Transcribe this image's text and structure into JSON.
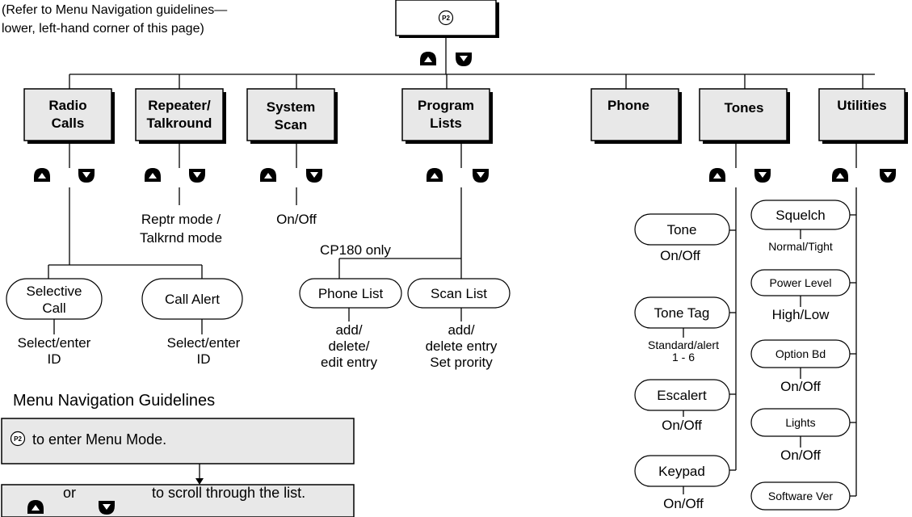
{
  "note": {
    "line1": "(Refer to Menu Navigation guidelines—",
    "line2": "lower, left-hand corner of this page)"
  },
  "root_button": {
    "label": "P2",
    "icon": "p2-button-icon"
  },
  "menus": [
    {
      "id": "radio-calls",
      "line1": "Radio",
      "line2": "Calls"
    },
    {
      "id": "repeater-talkround",
      "line1": "Repeater/",
      "line2": "Talkround"
    },
    {
      "id": "system-scan",
      "line1": "System",
      "line2": "Scan"
    },
    {
      "id": "program-lists",
      "line1": "Program",
      "line2": "Lists"
    },
    {
      "id": "phone",
      "line1": "Phone",
      "line2": ""
    },
    {
      "id": "tones",
      "line1": "Tones",
      "line2": ""
    },
    {
      "id": "utilities",
      "line1": "Utilities",
      "line2": ""
    }
  ],
  "repeater": {
    "value1": "Reptr mode /",
    "value2": "Talkrnd mode"
  },
  "system_scan": {
    "value": "On/Off"
  },
  "radio_calls": {
    "selective_call": {
      "line1": "Selective",
      "line2": "Call",
      "value1": "Select/enter",
      "value2": "ID"
    },
    "call_alert": {
      "label": "Call Alert",
      "value1": "Select/enter",
      "value2": "ID"
    }
  },
  "program_lists": {
    "cp180_label": "CP180 only",
    "phone_list": {
      "label": "Phone List",
      "value1": "add/",
      "value2": "delete/",
      "value3": "edit entry"
    },
    "scan_list": {
      "label": "Scan List",
      "value1": "add/",
      "value2": "delete entry",
      "value3": "Set prority"
    }
  },
  "tones": [
    {
      "label": "Tone",
      "value1": "On/Off",
      "value2": ""
    },
    {
      "label": "Tone Tag",
      "value1": "Standard/alert",
      "value2": "1 - 6"
    },
    {
      "label": "Escalert",
      "value1": "On/Off",
      "value2": ""
    },
    {
      "label": "Keypad",
      "value1": "On/Off",
      "value2": ""
    }
  ],
  "utilities": [
    {
      "label": "Squelch",
      "value": "Normal/Tight"
    },
    {
      "label": "Power Level",
      "value": "High/Low"
    },
    {
      "label": "Option Bd",
      "value": "On/Off"
    },
    {
      "label": "Lights",
      "value": "On/Off"
    },
    {
      "label": "Software Ver",
      "value": ""
    }
  ],
  "guidelines": {
    "title": "Menu Navigation Guidelines",
    "step1": "to enter Menu Mode.",
    "step2_or": "or",
    "step2": "to scroll through the list."
  },
  "icons": {
    "up": "up-arrow-button-icon",
    "down": "down-arrow-button-icon",
    "p2": "p2-button-icon"
  }
}
